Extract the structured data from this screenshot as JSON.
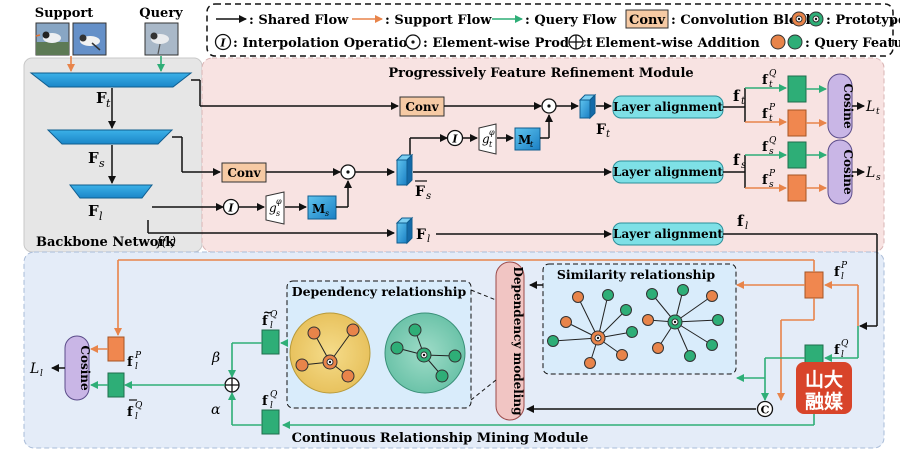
{
  "legend": {
    "shared_flow": ": Shared Flow",
    "support_flow": ": Support Flow",
    "query_flow": ": Query Flow",
    "conv_label": "Conv",
    "conv_desc": ": Convolution Block",
    "prototypes": ": Prototypes",
    "interp": ": Interpolation Operation",
    "interp_symbol": "I",
    "elem_product": ": Element-wise Product",
    "elem_add": ": Element-wise Addition",
    "query_features": ": Query Features"
  },
  "inputs": {
    "support_label": "Support",
    "query_label": "Query"
  },
  "backbone": {
    "title": "Backbone Network",
    "fn": "f(·)",
    "feat_t": "F",
    "feat_t_sub": "t",
    "feat_s": "F",
    "feat_s_sub": "s",
    "feat_l": "F",
    "feat_l_sub": "l"
  },
  "pfrm": {
    "title": "Progressively Feature Refinement Module",
    "conv1": "Conv",
    "conv2": "Conv",
    "interp1": "I",
    "interp2": "I",
    "g_t": "g",
    "g_t_sub": "t",
    "g_t_sup": "φ",
    "g_s": "g",
    "g_s_sub": "s",
    "g_s_sup": "φ",
    "m_t": "M",
    "m_t_sub": "t",
    "m_s": "M",
    "m_s_sub": "s",
    "f_t_big": "F",
    "f_t_big_sub": "t",
    "f_s_bar": "F",
    "f_s_bar_sub": "s",
    "f_l_big": "F",
    "f_l_big_sub": "l",
    "layer_align_1": "Layer alignment",
    "layer_align_2": "Layer alignment",
    "layer_align_3": "Layer alignment",
    "out_t": "f",
    "out_t_sub": "t",
    "out_s": "f",
    "out_s_sub": "s",
    "out_l": "f",
    "out_l_sub": "l",
    "ftq": "f",
    "ftq_sub": "t",
    "ftq_sup": "Q",
    "ftp": "f",
    "ftp_sub": "t",
    "ftp_sup": "P",
    "fsq": "f",
    "fsq_sub": "s",
    "fsq_sup": "Q",
    "fsp": "f",
    "fsp_sub": "s",
    "fsp_sup": "P",
    "cosine_1": "Cosine",
    "cosine_2": "Cosine",
    "loss_t": "L",
    "loss_t_sub": "t",
    "loss_s": "L",
    "loss_s_sub": "s"
  },
  "crmm": {
    "title": "Continuous Relationship Mining Module",
    "similarity": "Similarity relationship",
    "dependency": "Dependency relationship",
    "dep_modeling": "Dependency modeling",
    "flp": "f",
    "flp_sub": "l",
    "flp_sup": "P",
    "flq": "f",
    "flq_sub": "l",
    "flq_sup": "Q",
    "flq_tilde": "f",
    "flq_tilde_sub": "l",
    "flq_tilde_sup": "Q",
    "flq_hat": "f",
    "flq_hat_sub": "l",
    "flq_hat_sup": "Q",
    "flq_bar": "f",
    "flq_bar_sub": "l",
    "flq_bar_sup": "Q",
    "flp_left": "f",
    "flp_left_sub": "l",
    "flp_left_sup": "P",
    "alpha": "α",
    "beta": "β",
    "concat": "C",
    "cosine": "Cosine",
    "loss_l": "L",
    "loss_l_sub": "l"
  },
  "watermark": {
    "line1": "山大",
    "line2": "融媒"
  },
  "colors": {
    "orange": "#e8844a",
    "green": "#2eae77",
    "cyan_box": "#7ee0e6",
    "conv_box": "#f6caa4",
    "cosine_box": "#c9b6e6",
    "pink_bg": "#f8e4e4",
    "blue_bg": "#e3ecf8",
    "gray_bg": "#e4e4e4",
    "watermark": "#d8442a"
  }
}
